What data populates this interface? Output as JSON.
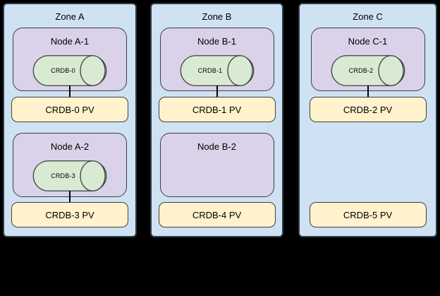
{
  "colors": {
    "background": "#000000",
    "zone_fill": "#cfe2f3",
    "zone_border": "#2f3b47",
    "node_fill": "#d9d2e9",
    "disk_fill": "#d9ead3",
    "pv_fill": "#fff2cc",
    "shape_border": "#404040",
    "connector": "#000000",
    "text": "#000000"
  },
  "zones": [
    {
      "label": "Zone A",
      "nodes": [
        {
          "label": "Node A-1",
          "disk": "CRDB-0",
          "pv": "CRDB-0 PV"
        },
        {
          "label": "Node A-2",
          "disk": "CRDB-3",
          "pv": "CRDB-3 PV"
        }
      ]
    },
    {
      "label": "Zone B",
      "nodes": [
        {
          "label": "Node B-1",
          "disk": "CRDB-1",
          "pv": "CRDB-1 PV"
        },
        {
          "label": "Node B-2",
          "pv": "CRDB-4 PV"
        }
      ]
    },
    {
      "label": "Zone C",
      "nodes": [
        {
          "label": "Node C-1",
          "disk": "CRDB-2",
          "pv": "CRDB-2 PV"
        },
        {
          "pv": "CRDB-5 PV"
        }
      ]
    }
  ]
}
